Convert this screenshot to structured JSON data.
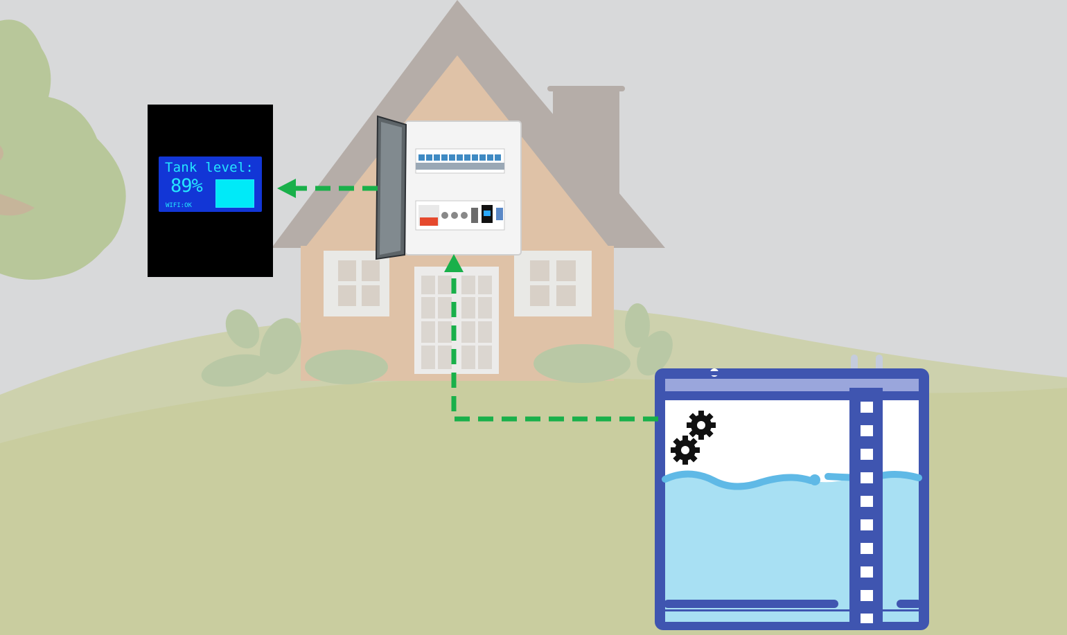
{
  "display": {
    "title": "Tank level:",
    "percent_text": "89%",
    "wifi_text": "WIFI:OK",
    "level_fraction": 0.89
  },
  "colors": {
    "background": "#d8d9da",
    "ground": "#c9cd9f",
    "house_roof": "#b5ada8",
    "house_wall": "#dfc2a7",
    "flow_arrow": "#19b04a",
    "oled_screen": "#1236d6",
    "oled_text": "#24e7ff",
    "tank_outline": "#3f55b0",
    "tank_water": "#a8e0f3",
    "tank_wave": "#5fb9e6"
  },
  "icons": {
    "display": "oled-display-icon",
    "panel": "electrical-panel-icon",
    "tank": "water-tank-icon",
    "sensor": "gears-icon"
  }
}
